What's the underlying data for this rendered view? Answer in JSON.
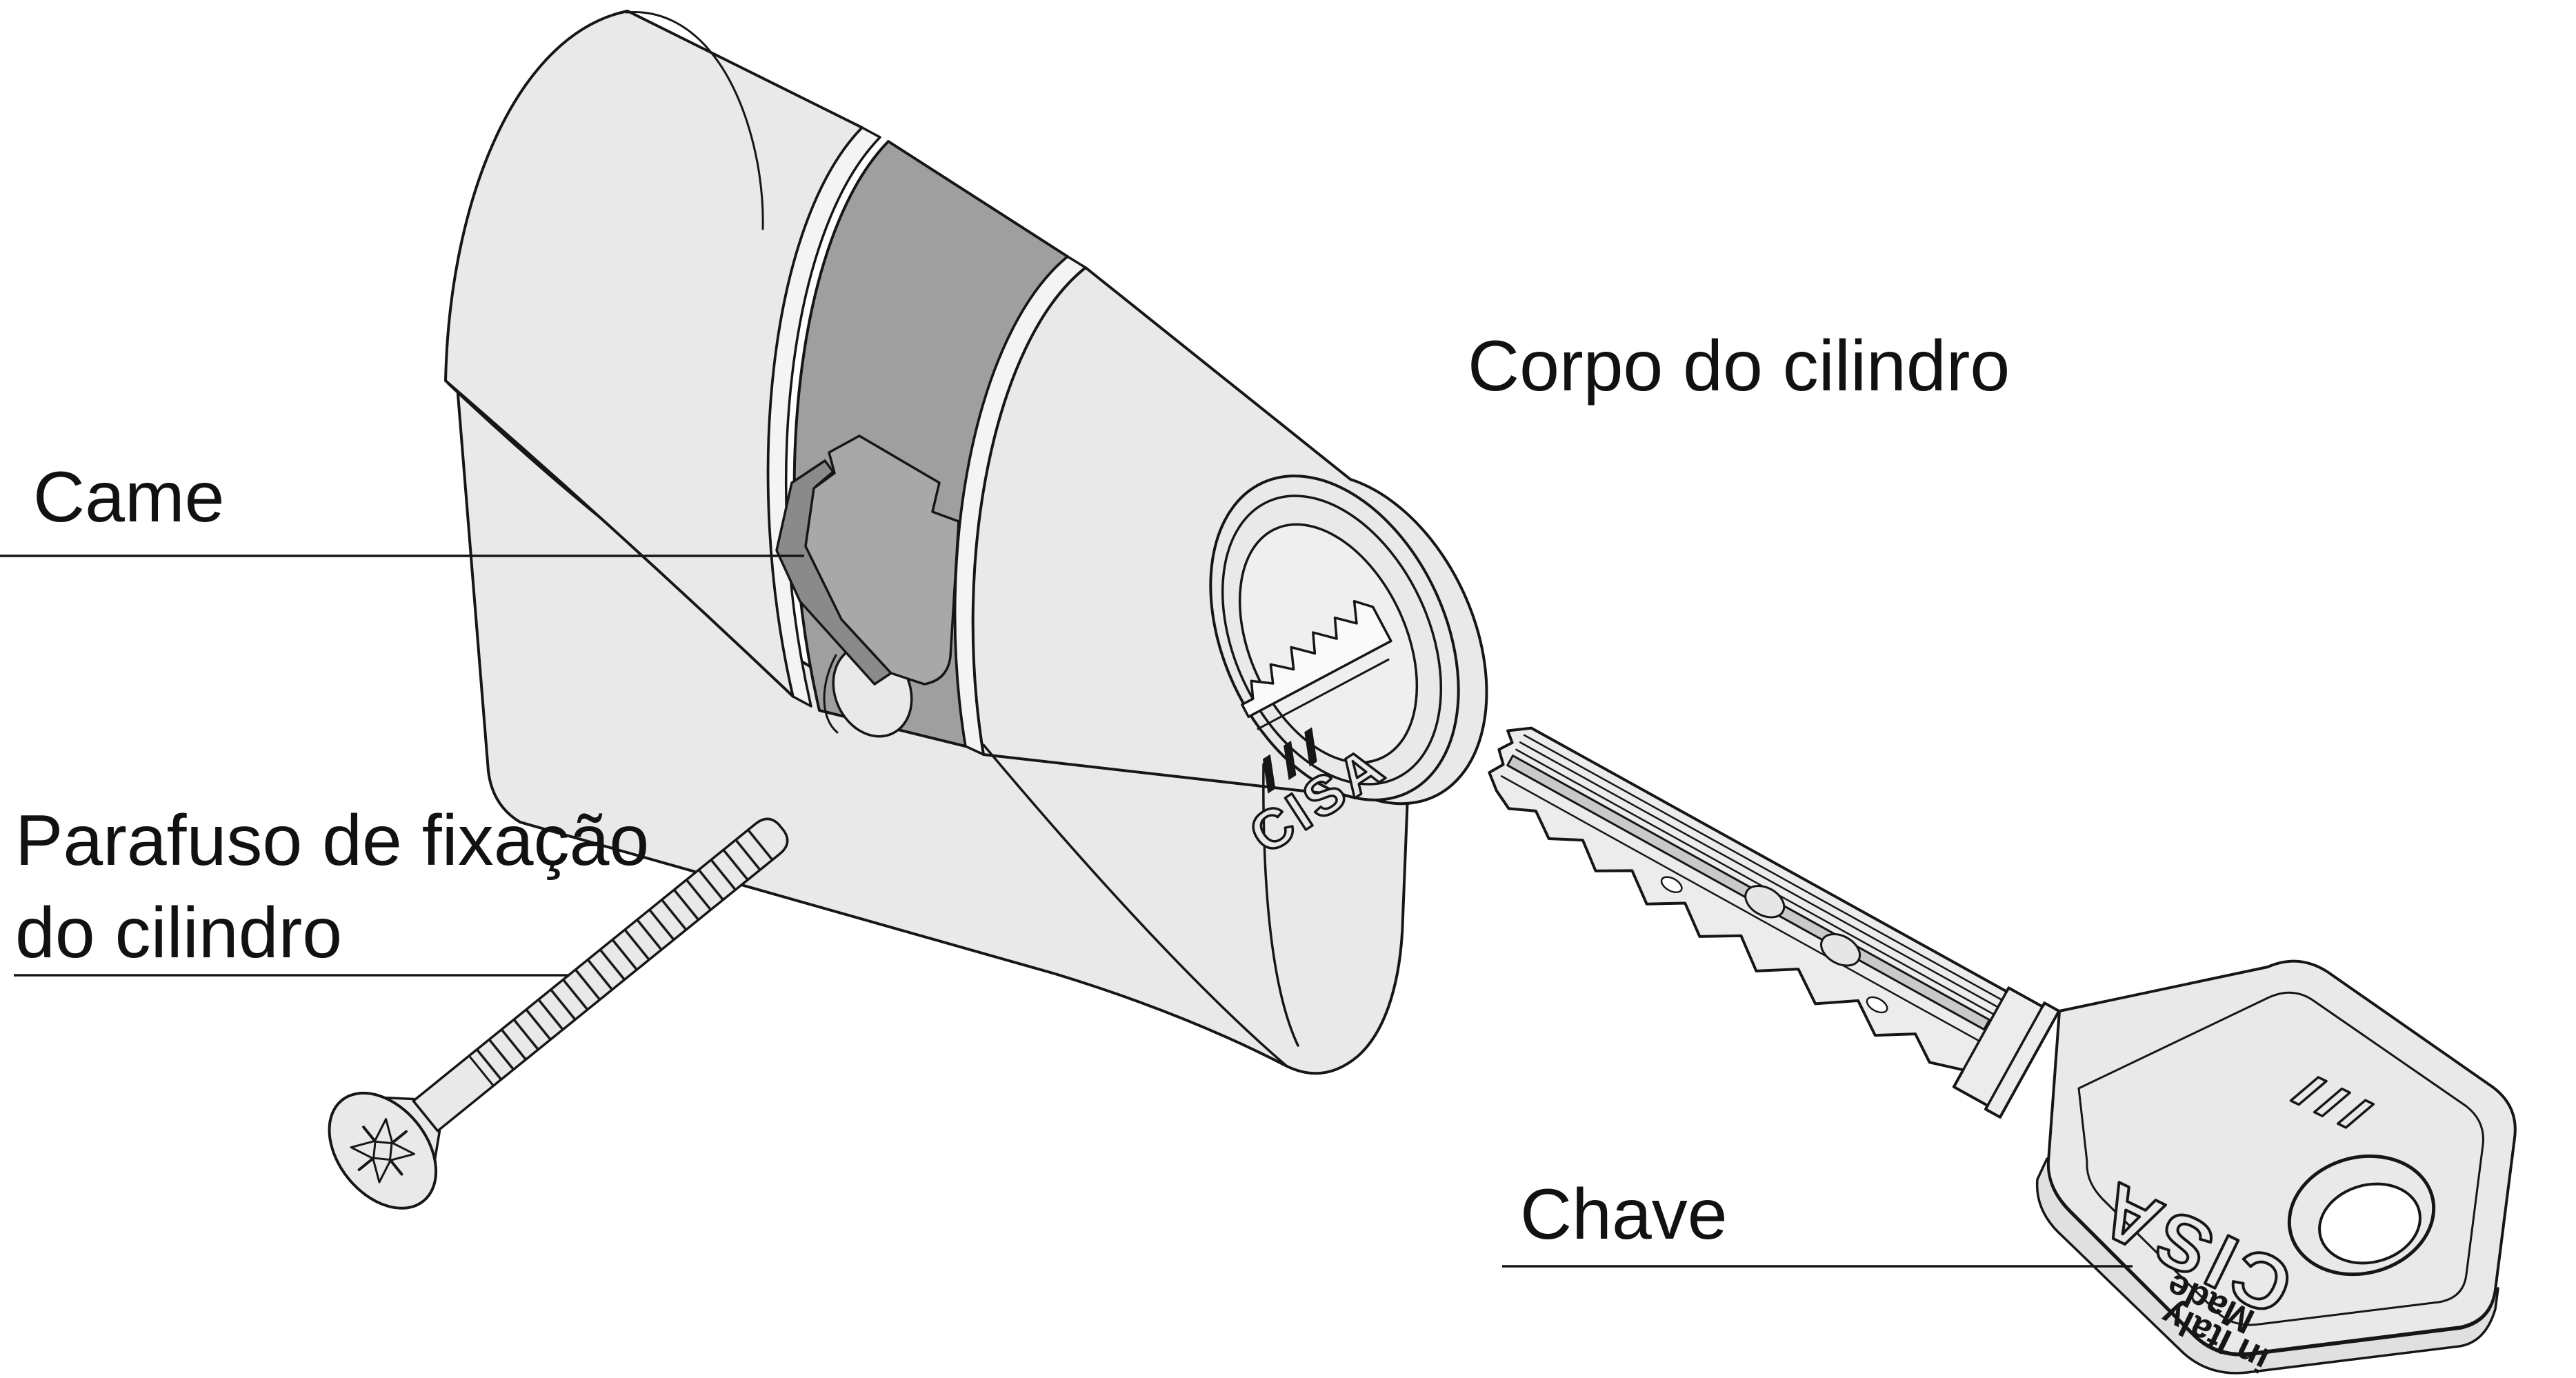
{
  "diagram": {
    "background_color": "#ffffff",
    "ink_color": "#161616",
    "metal_fill": "#e9e9e9",
    "rim_fill": "#f4f4f4",
    "cam_ring_fill": "#9f9f9f",
    "cam_face_fill": "#a8a8a8",
    "cam_side_fill": "#8a8a8a",
    "labels": {
      "came": "Came",
      "corpo": "Corpo do cilindro",
      "parafuso_line1": "Parafuso de fixação",
      "parafuso_line2": "do cilindro",
      "chave": "Chave"
    },
    "markings": {
      "cylinder_brand": "CISA",
      "key_brand": "CISA",
      "key_origin_line1": "Made",
      "key_origin_line2": "in Italy"
    }
  }
}
